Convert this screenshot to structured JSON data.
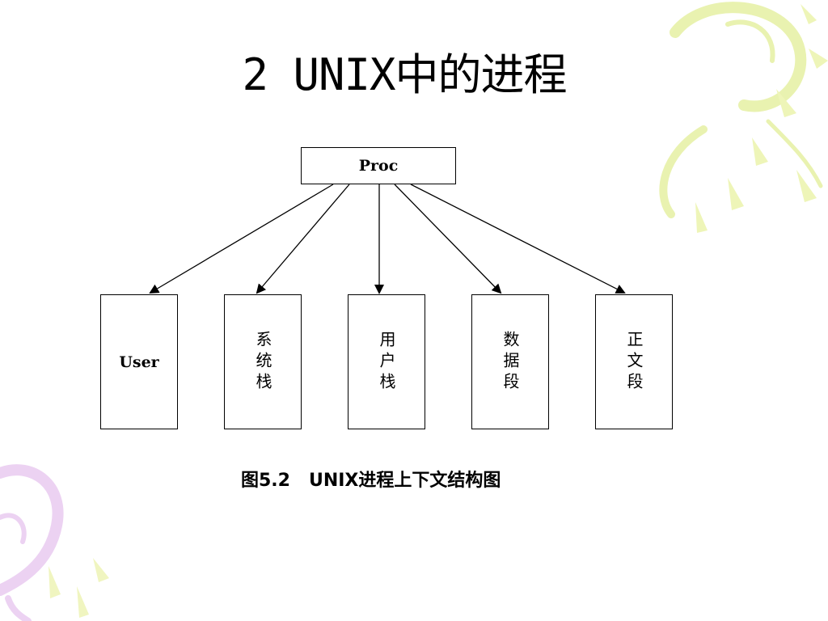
{
  "slide": {
    "title": "2 UNIX中的进程",
    "caption": "图5.2   UNIX进程上下文结构图"
  },
  "diagram": {
    "root": {
      "label": "Proc"
    },
    "children": [
      {
        "label": "User"
      },
      {
        "label": "系统栈"
      },
      {
        "label": "用户栈"
      },
      {
        "label": "数据段"
      },
      {
        "label": "正文段"
      }
    ]
  },
  "decoration": {
    "icon": "floral-swirl-ornament",
    "colors": {
      "yellow_green": "#e6f0a0",
      "lavender": "#e8c8f0",
      "line": "#000000"
    }
  }
}
